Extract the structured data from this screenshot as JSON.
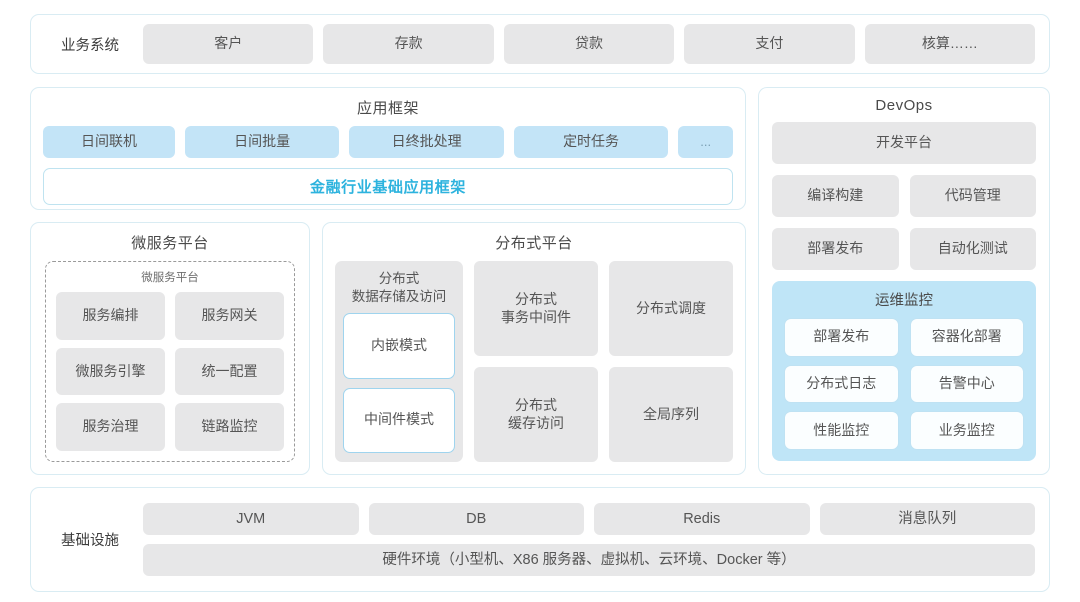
{
  "business_systems": {
    "label": "业务系统",
    "items": [
      "客户",
      "存款",
      "贷款",
      "支付",
      "核算……"
    ]
  },
  "app_framework": {
    "title": "应用框架",
    "chips": [
      "日间联机",
      "日间批量",
      "日终批处理",
      "定时任务",
      "..."
    ],
    "foundation_bar": "金融行业基础应用框架",
    "accent_color": "#2db3de"
  },
  "microservice_platform": {
    "title": "微服务平台",
    "inner_title": "微服务平台",
    "items": [
      "服务编排",
      "服务网关",
      "微服务引擎",
      "统一配置",
      "服务治理",
      "链路监控"
    ]
  },
  "distributed_platform": {
    "title": "分布式平台",
    "storage_card": {
      "title": "分布式\n数据存储及访问",
      "title_line1": "分布式",
      "title_line2": "数据存储及访问",
      "modes": [
        "内嵌模式",
        "中间件模式"
      ]
    },
    "cards": [
      {
        "line1": "分布式",
        "line2": "事务中间件"
      },
      {
        "line1": "分布式调度",
        "line2": ""
      },
      {
        "line1": "分布式",
        "line2": "缓存访问"
      },
      {
        "line1": "全局序列",
        "line2": ""
      }
    ]
  },
  "devops": {
    "title": "DevOps",
    "platform": "开发平台",
    "items": [
      "编译构建",
      "代码管理",
      "部署发布",
      "自动化测试"
    ],
    "ops_monitor": {
      "title": "运维监控",
      "items": [
        "部署发布",
        "容器化部署",
        "分布式日志",
        "告警中心",
        "性能监控",
        "业务监控"
      ],
      "background_color": "#bfe5f7"
    }
  },
  "infrastructure": {
    "label": "基础设施",
    "items": [
      "JVM",
      "DB",
      "Redis",
      "消息队列"
    ],
    "hardware": "硬件环境（小型机、X86 服务器、虚拟机、云环境、Docker 等）"
  },
  "colors": {
    "panel_border": "#d9ecf3",
    "chip_gray": "#e7e7e8",
    "chip_blue": "#c3e4f7"
  }
}
